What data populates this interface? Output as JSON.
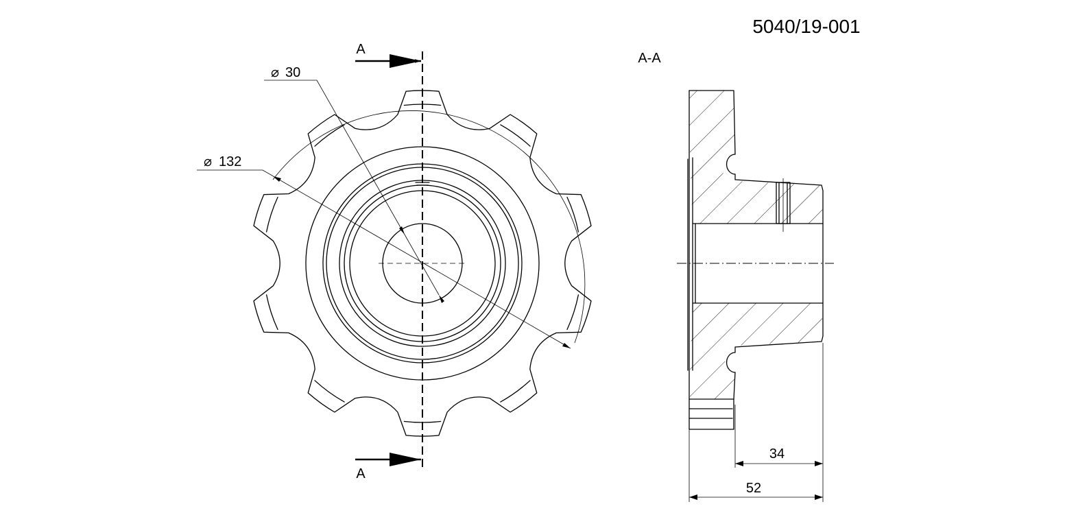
{
  "drawing_number": "5040/19-001",
  "section": {
    "label_top": "A",
    "label_bottom": "A",
    "view_title": "A-A"
  },
  "dimensions": {
    "bore_diameter": "30",
    "outer_diameter": "132",
    "hub_length": "34",
    "total_length": "52"
  },
  "symbols": {
    "diameter": "⌀"
  },
  "part": {
    "teeth_count": 10
  }
}
